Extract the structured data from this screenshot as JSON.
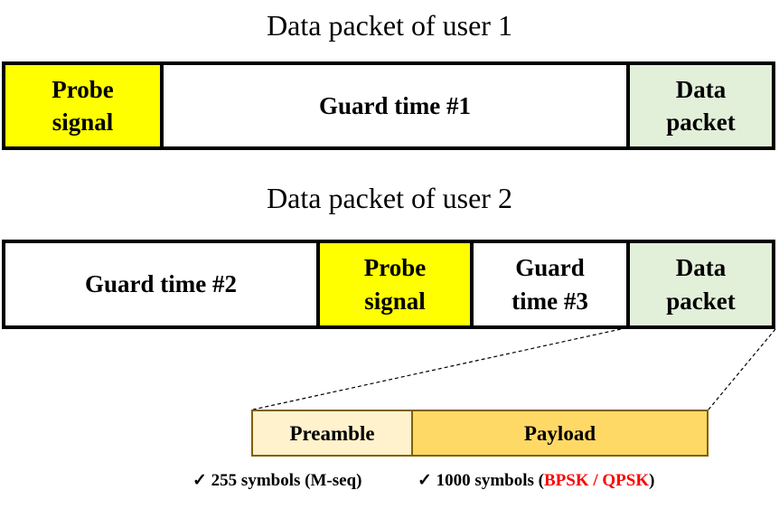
{
  "user1": {
    "title": "Data packet of user 1",
    "segments": [
      {
        "line1": "Probe",
        "line2": "signal",
        "kind": "probe"
      },
      {
        "line1": "Guard time #1",
        "line2": "",
        "kind": "guard"
      },
      {
        "line1": "Data",
        "line2": "packet",
        "kind": "data"
      }
    ]
  },
  "user2": {
    "title": "Data packet of user 2",
    "segments": [
      {
        "line1": "Guard time #2",
        "line2": "",
        "kind": "guard"
      },
      {
        "line1": "Probe",
        "line2": "signal",
        "kind": "probe"
      },
      {
        "line1": "Guard",
        "line2": "time #3",
        "kind": "guard"
      },
      {
        "line1": "Data",
        "line2": "packet",
        "kind": "data"
      }
    ]
  },
  "packet": {
    "preamble": "Preamble",
    "payload": "Payload"
  },
  "notes": {
    "check": "✓",
    "preamble_note": "255 symbols (M-seq)",
    "payload_prefix": "1000 symbols (",
    "payload_modulation": "BPSK / QPSK",
    "payload_suffix": ")"
  },
  "colors": {
    "probe": "#ffff00",
    "data": "#e2efd9",
    "preamble": "#fff2cc",
    "payload": "#ffd966",
    "modulation_text": "#ff0000"
  }
}
